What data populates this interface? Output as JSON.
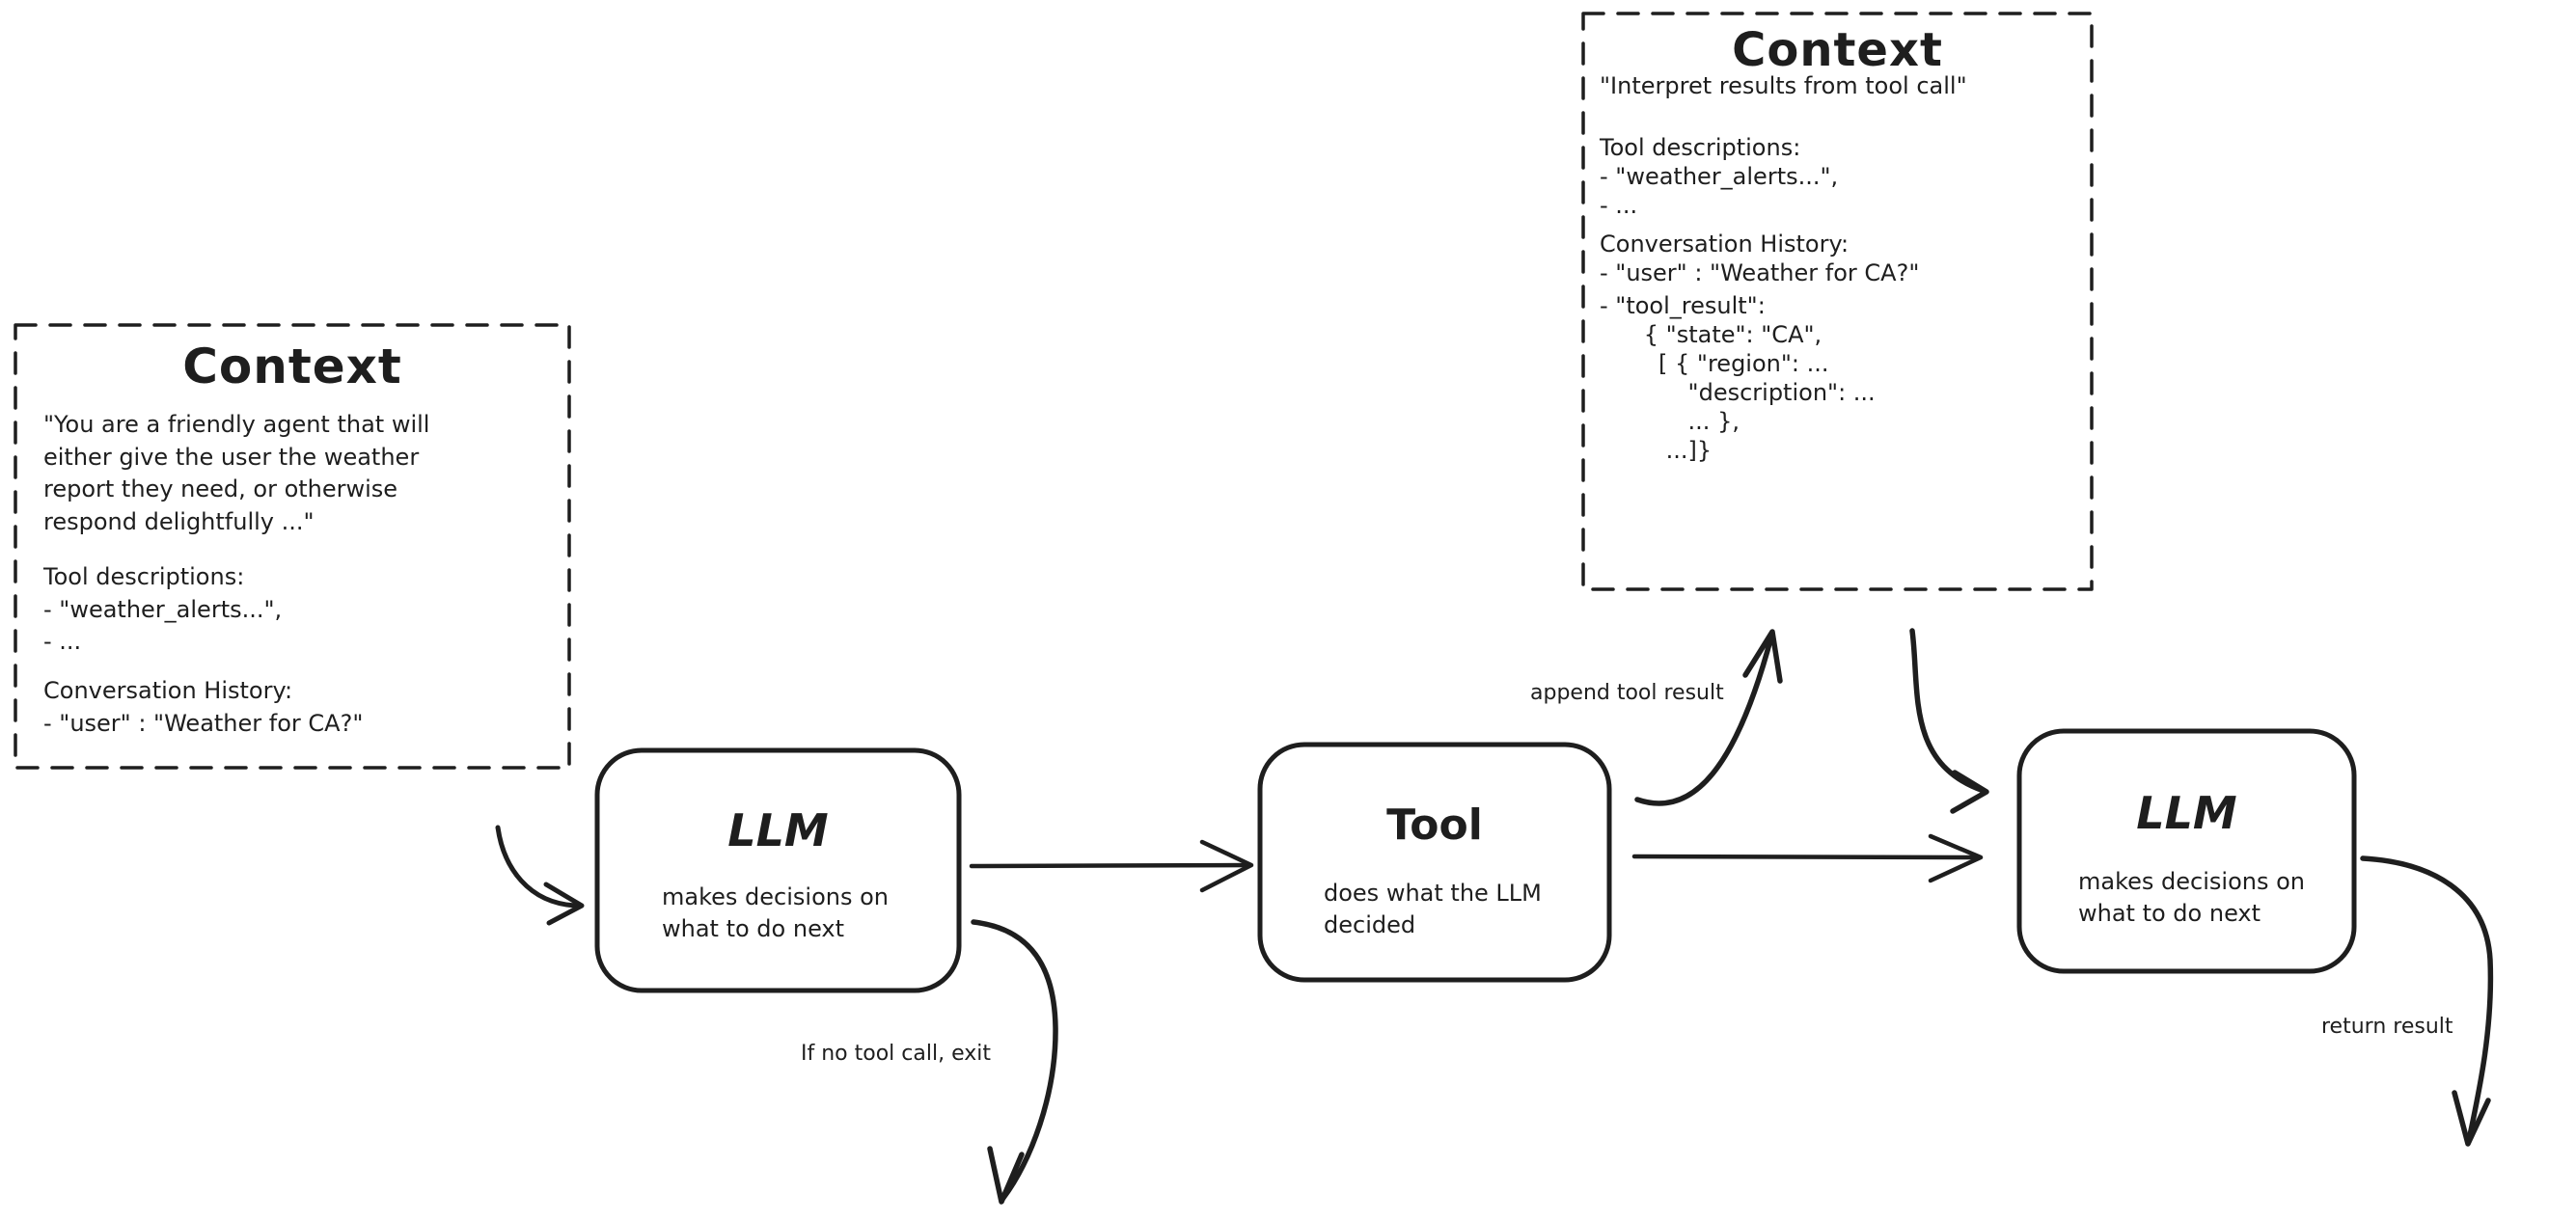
{
  "colors": {
    "stroke": "#1e1e1e",
    "background": "#ffffff"
  },
  "context_left": {
    "title": "Context",
    "system_prompt": "\"You are a friendly agent that will\neither give the user the weather\nreport they need, or otherwise\nrespond delightfully ...\"",
    "tool_descriptions": "Tool descriptions:\n- \"weather_alerts...\",\n- ...",
    "conversation_history": "Conversation History:\n- \"user\" : \"Weather for CA?\""
  },
  "context_top": {
    "title": "Context",
    "instruction": "\"Interpret results from tool call\"",
    "tool_descriptions": "Tool descriptions:\n- \"weather_alerts...\",\n- ...",
    "conversation_history": "Conversation History:\n- \"user\" : \"Weather for CA?\"",
    "tool_result": "- \"tool_result\":\n      { \"state\": \"CA\",\n        [ { \"region\": ...\n            \"description\": ...\n            ... },\n         ...]}"
  },
  "nodes": [
    {
      "id": "llm-1",
      "title": "LLM",
      "subtitle": "makes decisions on\nwhat to do next"
    },
    {
      "id": "tool",
      "title": "Tool",
      "subtitle": "does what the LLM\ndecided"
    },
    {
      "id": "llm-2",
      "title": "LLM",
      "subtitle": "makes decisions on\nwhat to do next"
    }
  ],
  "edge_labels": {
    "append_tool_result": "append tool result",
    "no_tool_call_exit": "If no tool call, exit",
    "return_result": "return result"
  }
}
